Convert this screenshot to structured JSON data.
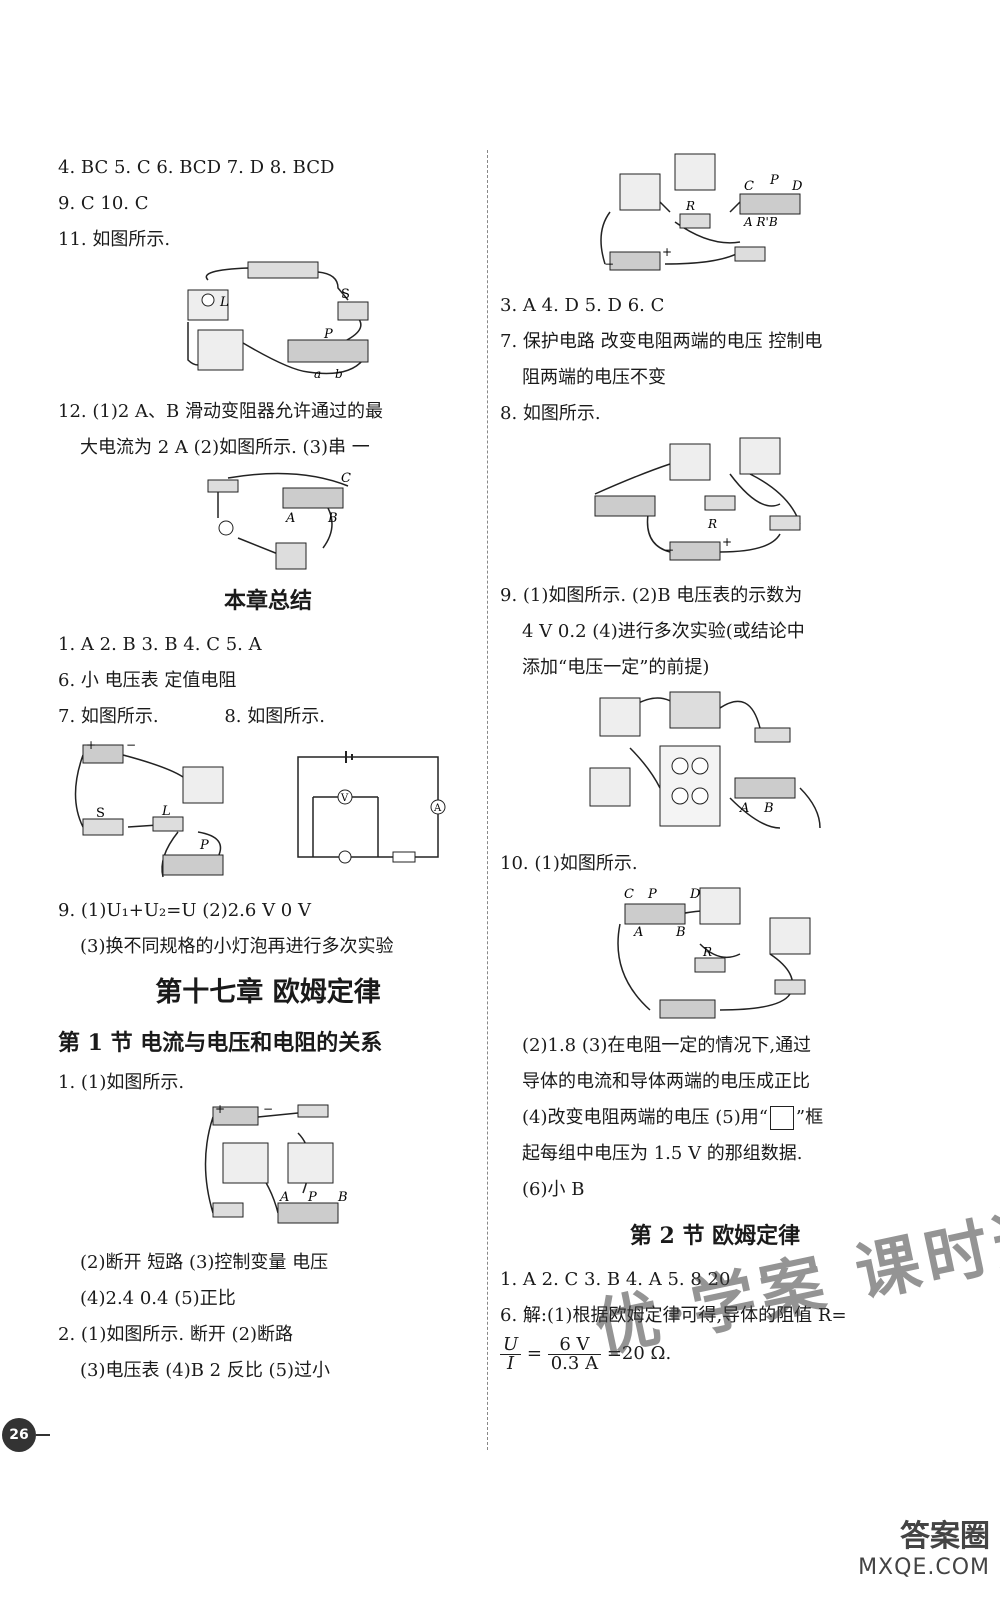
{
  "left": {
    "l1": "4. BC   5. C   6. BCD   7. D   8. BCD",
    "l2": "9. C   10. C",
    "l3": "11. 如图所示.",
    "q12_a": "12. (1)2   A、B   滑动变阻器允许通过的最",
    "q12_b": "大电流为 2 A   (2)如图所示.   (3)串   一",
    "summary_title": "本章总结",
    "s1": "1. A   2. B   3. B   4. C   5. A",
    "s2": "6. 小   电压表   定值电阻",
    "s3a": "7. 如图所示.",
    "s3b": "8. 如图所示.",
    "s4": "9. (1)U₁+U₂=U   (2)2.6 V   0 V",
    "s5": "(3)换不同规格的小灯泡再进行多次实验",
    "chapter_title": "第十七章   欧姆定律",
    "section1_title": "第 1 节   电流与电压和电阻的关系",
    "c1": "1. (1)如图所示.",
    "c2": "(2)断开   短路   (3)控制变量   电压",
    "c3": "(4)2.4   0.4   (5)正比",
    "c4": "2. (1)如图所示.   断开   (2)断路",
    "c5": "(3)电压表   (4)B   2   反比   (5)过小"
  },
  "right": {
    "r1": "3. A   4. D   5. D   6. C",
    "r2": "7. 保护电路   改变电阻两端的电压   控制电",
    "r3": "阻两端的电压不变",
    "r4": "8. 如图所示.",
    "r5": "9. (1)如图所示.   (2)B   电压表的示数为",
    "r6": "4 V   0.2   (4)进行多次实验(或结论中",
    "r7": "添加“电压一定”的前提)",
    "r8": "10. (1)如图所示.",
    "r9": "(2)1.8   (3)在电阻一定的情况下,通过",
    "r10": "导体的电流和导体两端的电压成正比",
    "r11a": "(4)改变电阻两端的电压   (5)用“",
    "r11b": "”框",
    "r12": "起每组中电压为 1.5 V 的那组数据.",
    "r13": "(6)小   B",
    "section2_title": "第 2 节   欧姆定律",
    "r14": "1. A   2. C   3. B   4. A   5. 8   20",
    "r15": "6. 解:(1)根据欧姆定律可得,导体的阻值 R=",
    "frac_num": "U",
    "frac_den": "I",
    "frac2_num": "6 V",
    "frac2_den": "0.3 A",
    "r16_tail": "=20 Ω."
  },
  "labels": {
    "L": "L",
    "S": "S",
    "P": "P",
    "a": "a",
    "b": "b",
    "A": "A",
    "B": "B",
    "C": "C",
    "D": "D",
    "R": "R",
    "V": "V",
    "Am": "A",
    "ARB": "A R'B",
    "plus": "+",
    "minus": "−"
  },
  "page_number": "26",
  "watermark": {
    "stamp": "优·学案 课时通",
    "site_big": "答案圈",
    "site_small": "MXQE.COM"
  }
}
